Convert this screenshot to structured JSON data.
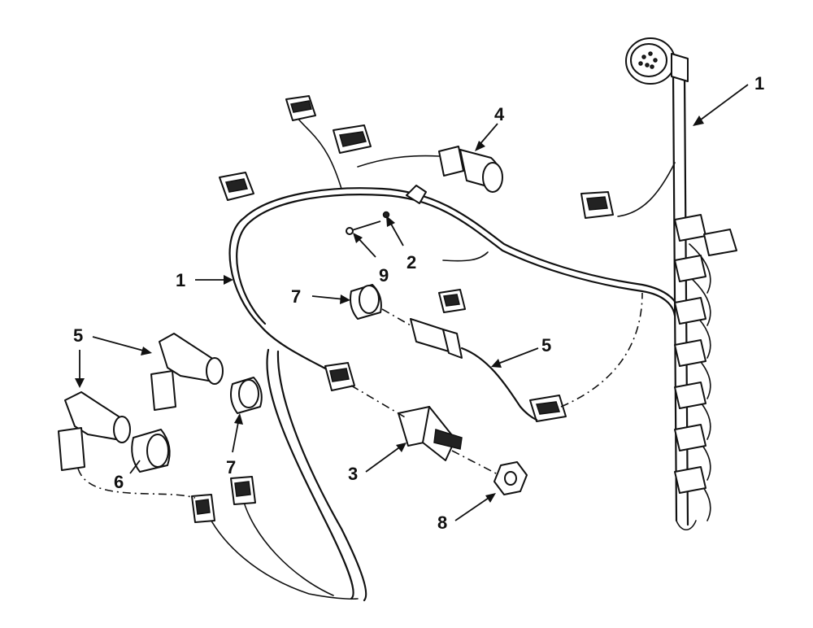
{
  "callouts": {
    "harness_right": "1",
    "harness_left": "1",
    "screw_small": "2",
    "sensor_threaded": "3",
    "sensor_top": "4",
    "sensor_center": "5",
    "sensor_left_upper": "5",
    "sensor_left_lower": "5",
    "spacer_lower": "6",
    "spacer_left": "7",
    "spacer_center": "7",
    "nut": "8",
    "bolt": "9"
  }
}
